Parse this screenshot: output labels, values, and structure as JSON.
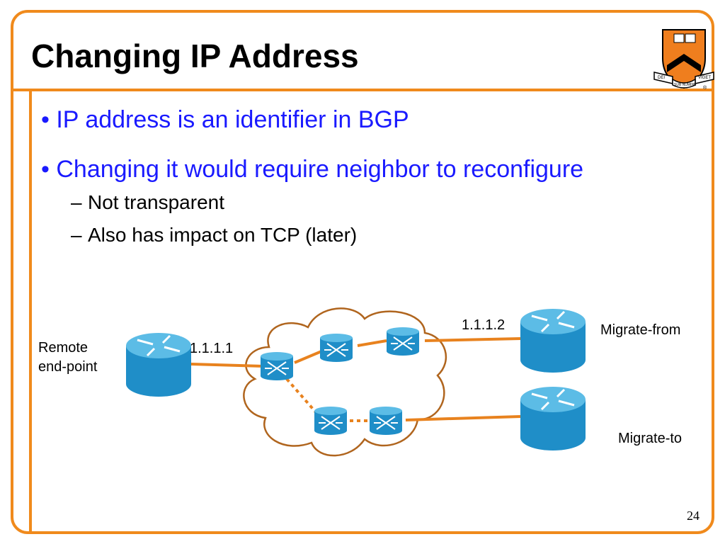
{
  "slide": {
    "title": "Changing IP Address",
    "bullets": [
      {
        "text": "IP address is an identifier in BGP"
      },
      {
        "text": "Changing it would require neighbor to reconfigure",
        "subs": [
          "Not transparent",
          "Also has impact on TCP (later)"
        ]
      }
    ],
    "page_number": "24",
    "accent_color": "#f08a1c",
    "text_color": "#1a1aff"
  },
  "logo": {
    "icon": "princeton-shield-icon",
    "motto_left": "DEI",
    "motto_mid": "SUB NUMINE",
    "motto_right": "VIGET",
    "mark": "®"
  },
  "diagram": {
    "labels": {
      "remote": [
        "Remote",
        "end-point"
      ],
      "remote_ip": "1.1.1.1",
      "from_ip": "1.1.1.2",
      "migrate_from": "Migrate-from",
      "migrate_to": "Migrate-to"
    },
    "nodes": [
      {
        "id": "remote-router",
        "icon": "router-icon"
      },
      {
        "id": "migrate-from-router",
        "icon": "router-icon"
      },
      {
        "id": "migrate-to-router",
        "icon": "router-icon"
      },
      {
        "id": "switch-1",
        "icon": "switch-icon"
      },
      {
        "id": "switch-2",
        "icon": "switch-icon"
      },
      {
        "id": "switch-3",
        "icon": "switch-icon"
      },
      {
        "id": "switch-4",
        "icon": "switch-icon"
      },
      {
        "id": "switch-5",
        "icon": "switch-icon"
      }
    ],
    "cloud_icon": "network-cloud-icon",
    "link_color": "#e8821e"
  }
}
